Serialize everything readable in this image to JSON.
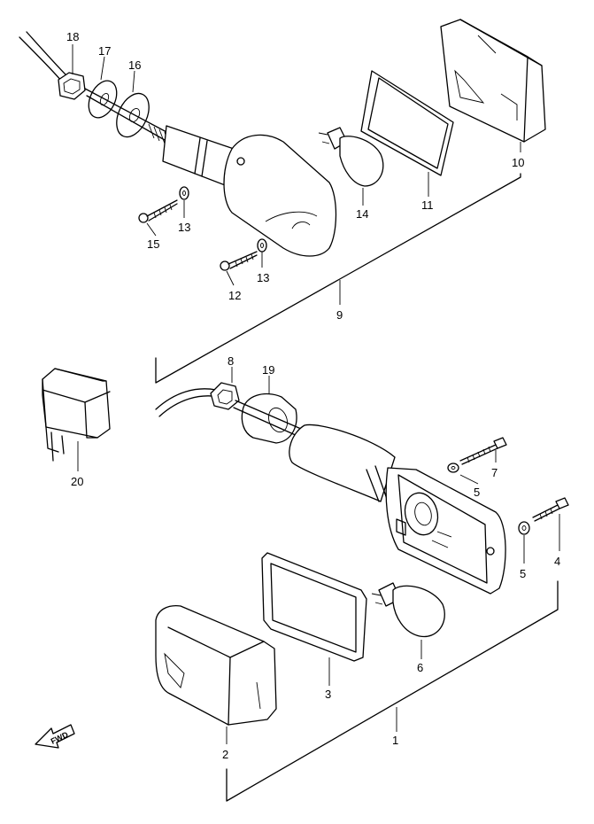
{
  "labels": {
    "p1": "1",
    "p2": "2",
    "p3": "3",
    "p4": "4",
    "p5a": "5",
    "p5b": "5",
    "p6": "6",
    "p7": "7",
    "p8": "8",
    "p9": "9",
    "p10": "10",
    "p11": "11",
    "p12": "12",
    "p13a": "13",
    "p13b": "13",
    "p14": "14",
    "p15": "15",
    "p16": "16",
    "p17": "17",
    "p18": "18",
    "p19": "19",
    "p20": "20"
  },
  "direction_arrow": {
    "text": "FWD"
  }
}
